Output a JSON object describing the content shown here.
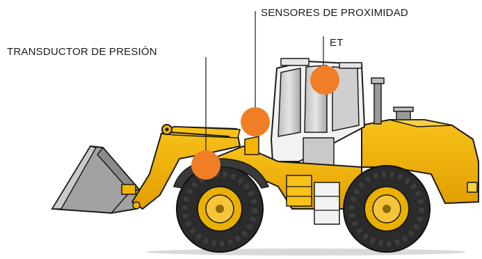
{
  "labels": {
    "pressure_transducer": "TRANSDUCTOR DE PRESIÓN",
    "proximity_sensors": "SENSORES DE PROXIMIDAD",
    "et": "ET"
  },
  "colors": {
    "body_yellow": "#f4b400",
    "body_shade": "#d99500",
    "marker_orange": "#f07e26",
    "tire": "#2b2b2b",
    "bucket_gray": "#9a9a9a",
    "cab_white": "#f2f2f2",
    "outline": "#1a1a1a"
  }
}
